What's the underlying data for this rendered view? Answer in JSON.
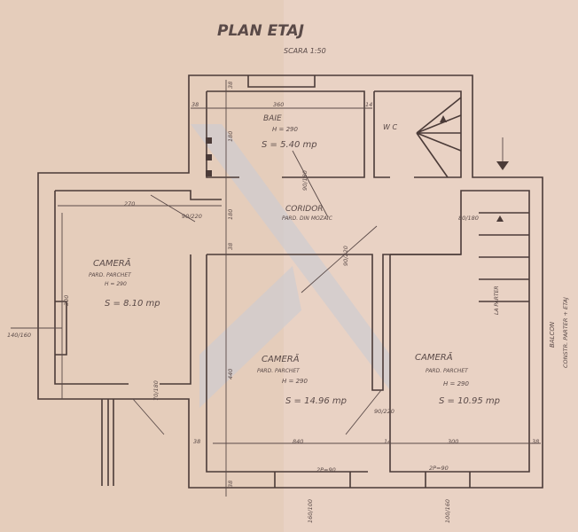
{
  "title": "PLAN ETAJ",
  "scale": "SCARA 1:50",
  "rooms": {
    "baie": {
      "name": "BAIE",
      "height": "H = 290",
      "area": "S = 5.40 mp"
    },
    "wc": {
      "name": "W C"
    },
    "corridor": {
      "name": "CORIDOR",
      "floor": "PARD. DIN MOZAIC"
    },
    "left_room": {
      "name": "CAMERĂ",
      "floor": "PARD. PARCHET",
      "height": "H = 290",
      "area": "S = 8.10 mp"
    },
    "middle_room": {
      "name": "CAMERĂ",
      "floor": "PARD. PARCHET",
      "height": "H = 290",
      "area": "S = 14.96 mp"
    },
    "right_room": {
      "name": "CAMERĂ",
      "floor": "PARD. PARCHET",
      "height": "H = 290",
      "area": "S = 10.95 mp"
    },
    "stairs": {
      "label": "LA PARTER"
    },
    "balcony": {
      "name": "BALCON",
      "note": "CONSTR. PARTER + ETAJ"
    }
  },
  "dimensions": {
    "top_wall": "38",
    "top_left": "38",
    "baie_width": "360",
    "top_right": "14",
    "baie_depth": "180",
    "door_baie": "90/180",
    "left_width": "270",
    "door_left": "90/220",
    "corridor_depth": "180",
    "mid_wall": "38",
    "left_height": "300",
    "window_left": "140/160",
    "door_balcony": "70/180",
    "mid_height": "440",
    "door_corridor": "90/220",
    "door_mid": "90/220",
    "door_stairs": "80/180",
    "bottom_left": "38",
    "mid_width": "840",
    "bottom_mid": "14",
    "right_width": "300",
    "bottom_right": "38",
    "bottom_wall": "38",
    "window_mid": "2P=90",
    "window_right": "2P=90",
    "window_mid_size": "160/100",
    "window_right_size": "100/160"
  }
}
